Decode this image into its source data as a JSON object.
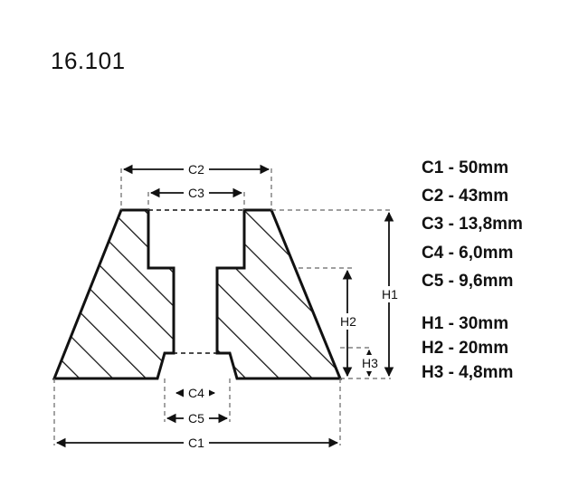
{
  "part_number": "16.101",
  "drawing_labels": {
    "c1": "C1",
    "c2": "C2",
    "c3": "C3",
    "c4": "C4",
    "c5": "C5",
    "h1": "H1",
    "h2": "H2",
    "h3": "H3"
  },
  "specs": [
    "C1 - 50mm",
    "C2 - 43mm",
    "C3 - 13,8mm",
    "C4 - 6,0mm",
    "C5 - 9,6mm",
    "H1 - 30mm",
    "H2 - 20mm",
    "H3 - 4,8mm"
  ]
}
